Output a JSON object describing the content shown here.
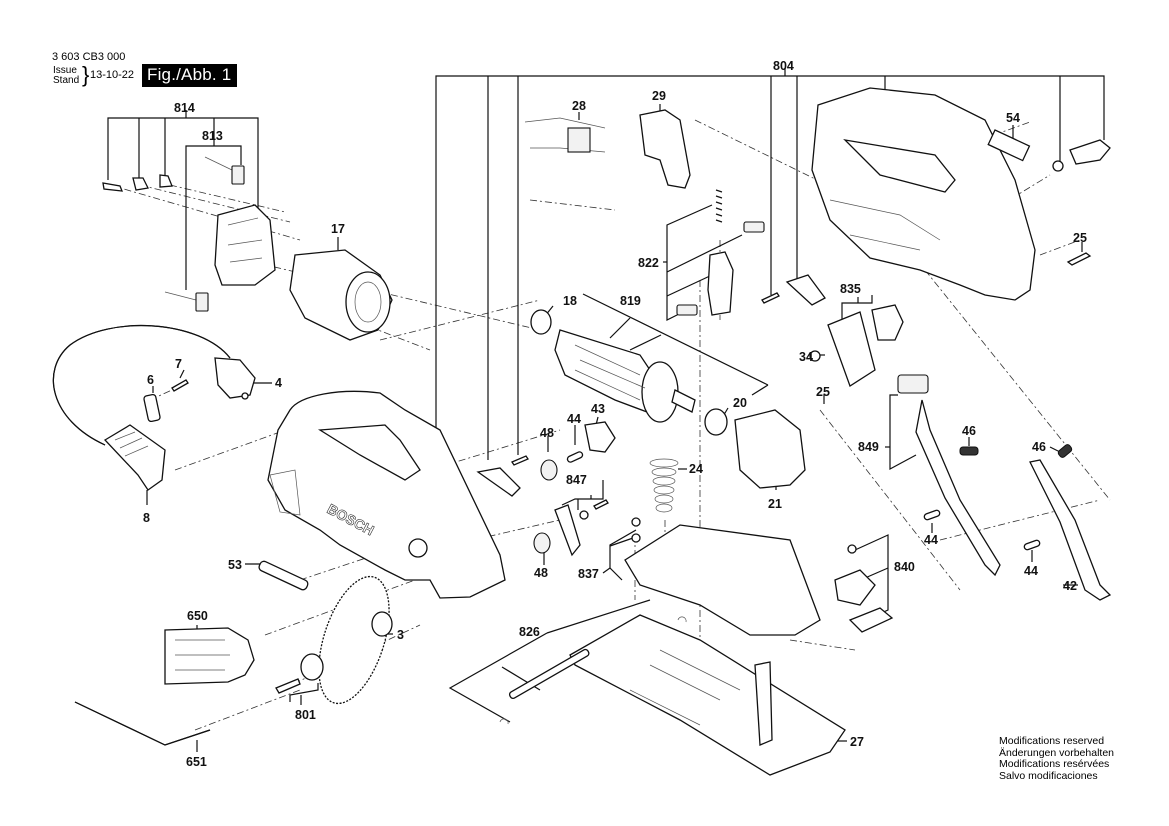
{
  "header": {
    "document_number": "3 603 CB3 000",
    "issue_label_en": "Issue",
    "issue_label_de": "Stand",
    "issue_date": "13-10-22",
    "figure_label": "Fig./Abb. 1"
  },
  "notes": [
    "Modifications reserved",
    "Änderungen vorbehalten",
    "Modifications resérvées",
    "Salvo modificaciones"
  ],
  "brand_text": "BOSCH",
  "part_labels": {
    "p804": "804",
    "p814": "814",
    "p813": "813",
    "p17": "17",
    "p28": "28",
    "p29": "29",
    "p54": "54",
    "p25a": "25",
    "p822": "822",
    "p835": "835",
    "p18": "18",
    "p819": "819",
    "p7": "7",
    "p6": "6",
    "p4": "4",
    "p34": "34",
    "p25b": "25",
    "p20": "20",
    "p44a": "44",
    "p43": "43",
    "p48a": "48",
    "p24": "24",
    "p849": "849",
    "p46a": "46",
    "p46b": "46",
    "p847": "847",
    "p21": "21",
    "p8": "8",
    "p44b": "44",
    "p44c": "44",
    "p53": "53",
    "p48b": "48",
    "p837": "837",
    "p840": "840",
    "p42": "42",
    "p650": "650",
    "p3": "3",
    "p826": "826",
    "p801": "801",
    "p27": "27",
    "p651": "651"
  }
}
